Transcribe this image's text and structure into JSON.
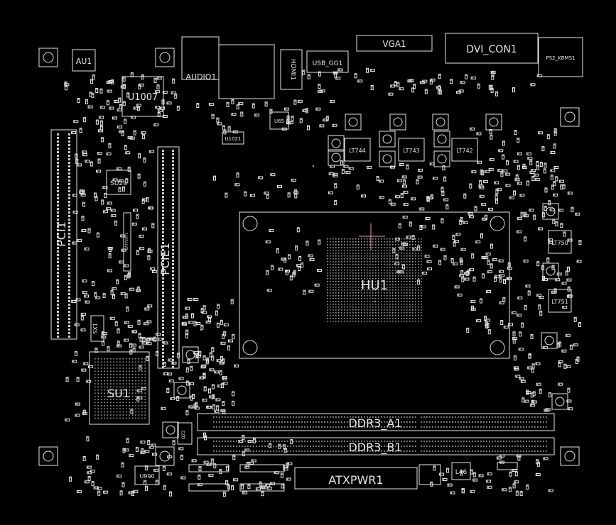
{
  "diagram": {
    "colors": {
      "background": "#000000",
      "outline": "#e6e6e6",
      "pad": "#cfcfcf",
      "marker": "#e0a0b0",
      "via": "#66cccc"
    },
    "labels": {
      "au1": "AU1",
      "u1007": "U1007",
      "audio1": "AUDIO1",
      "hdmi1": "HDMI1",
      "usb": "USB_GG1",
      "vga1": "VGA1",
      "dvi": "DVI_CON1",
      "ps2": "PS2_KBMS1",
      "u1021": "U1021",
      "u65": "U65",
      "lt744": "LT744",
      "lt743": "LT743",
      "lt742": "LT742",
      "su24": "SU24",
      "pci1": "PCI1",
      "pcie1": "PCIE1",
      "battery": "BATTERY1",
      "hu1": "HU1",
      "lt750": "LT750",
      "lt751": "LT751",
      "sx1": "SX1",
      "su1": "SU1",
      "ddr3a": "DDR3_A1",
      "ddr3b": "DDR3_B1",
      "atxpwr": "ATXPWR1",
      "u990": "U990",
      "l46": "L46",
      "q23": "Q23"
    }
  }
}
